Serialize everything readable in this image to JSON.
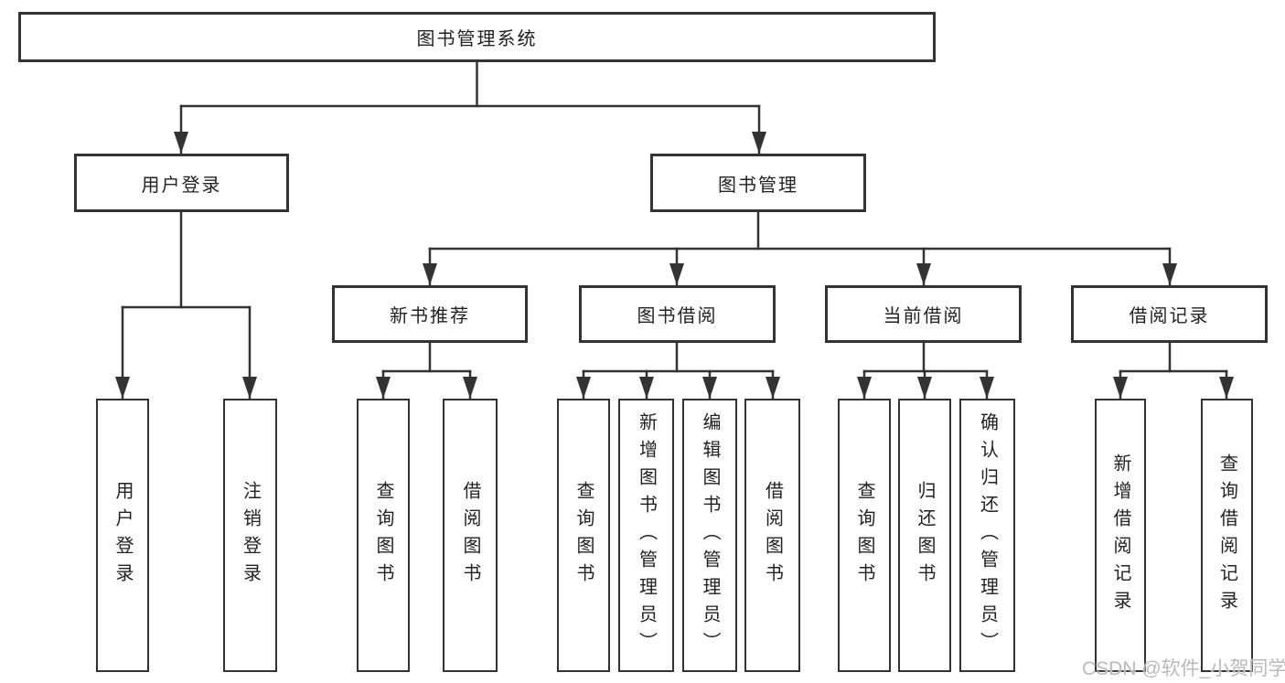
{
  "tree": {
    "root": {
      "label": "图书管理系统",
      "children": [
        {
          "label": "用户登录",
          "children": [
            {
              "label": "用户登录"
            },
            {
              "label": "注销登录"
            }
          ]
        },
        {
          "label": "图书管理",
          "children": [
            {
              "label": "新书推荐",
              "children": [
                {
                  "label": "查询图书"
                },
                {
                  "label": "借阅图书"
                }
              ]
            },
            {
              "label": "图书借阅",
              "children": [
                {
                  "label": "查询图书"
                },
                {
                  "label": "新增图书（管理员）"
                },
                {
                  "label": "编辑图书（管理员）"
                },
                {
                  "label": "借阅图书"
                }
              ]
            },
            {
              "label": "当前借阅",
              "children": [
                {
                  "label": "查询图书"
                },
                {
                  "label": "归还图书"
                },
                {
                  "label": "确认归还（管理员）"
                }
              ]
            },
            {
              "label": "借阅记录",
              "children": [
                {
                  "label": "新增借阅记录"
                },
                {
                  "label": "查询借阅记录"
                }
              ]
            }
          ]
        }
      ]
    }
  },
  "watermark": "CSDN @软件_小贺同学",
  "colors": {
    "line": "#333333",
    "box_border": "#333333",
    "text": "#222222",
    "watermark": "#b9b9b9",
    "background": "#ffffff"
  }
}
